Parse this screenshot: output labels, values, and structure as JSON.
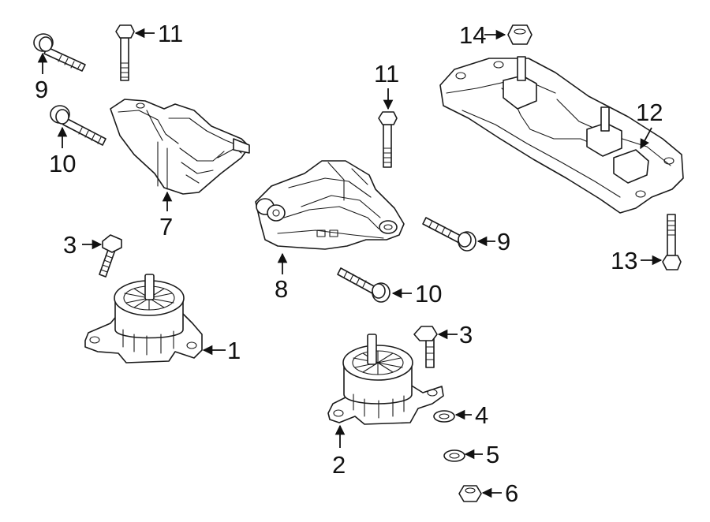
{
  "diagram": {
    "colors": {
      "line": "#1a1a1a",
      "background": "#ffffff"
    },
    "callouts": [
      {
        "id": "c1",
        "label": "1"
      },
      {
        "id": "c2",
        "label": "2"
      },
      {
        "id": "c3a",
        "label": "3"
      },
      {
        "id": "c3b",
        "label": "3"
      },
      {
        "id": "c4",
        "label": "4"
      },
      {
        "id": "c5",
        "label": "5"
      },
      {
        "id": "c6",
        "label": "6"
      },
      {
        "id": "c7",
        "label": "7"
      },
      {
        "id": "c8",
        "label": "8"
      },
      {
        "id": "c9a",
        "label": "9"
      },
      {
        "id": "c9b",
        "label": "9"
      },
      {
        "id": "c10a",
        "label": "10"
      },
      {
        "id": "c10b",
        "label": "10"
      },
      {
        "id": "c11a",
        "label": "11"
      },
      {
        "id": "c11b",
        "label": "11"
      },
      {
        "id": "c12",
        "label": "12"
      },
      {
        "id": "c13",
        "label": "13"
      },
      {
        "id": "c14",
        "label": "14"
      }
    ]
  }
}
